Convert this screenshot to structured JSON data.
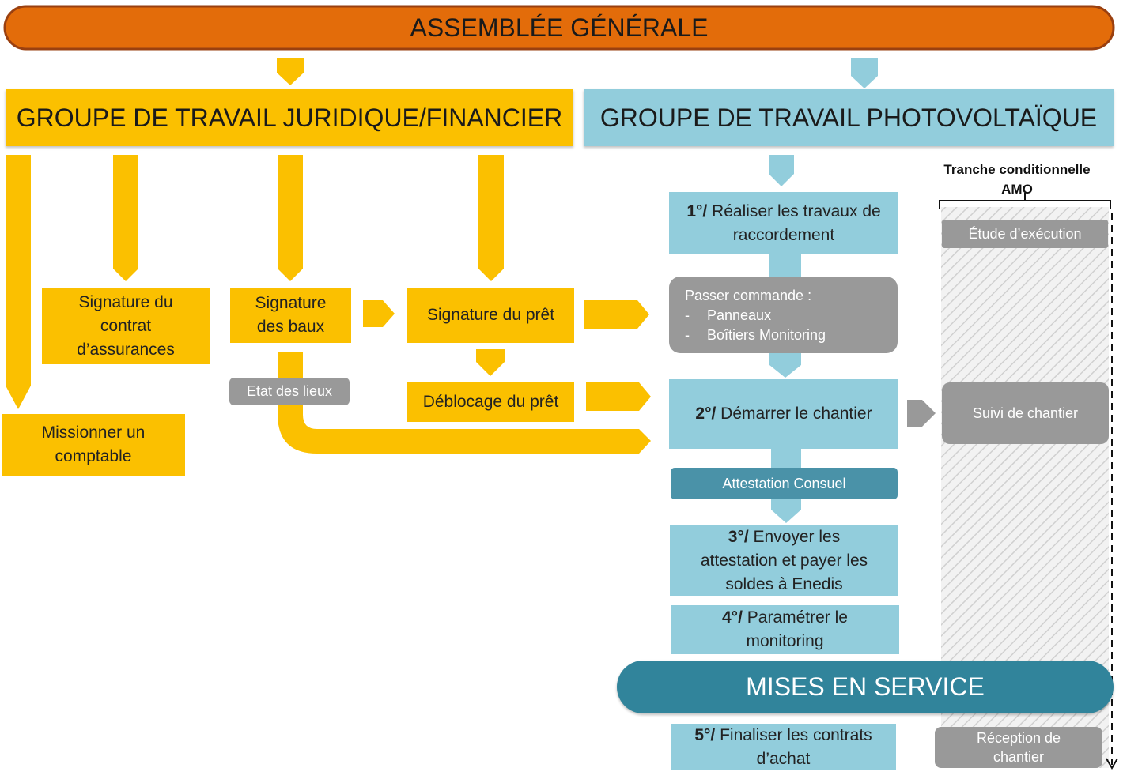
{
  "assembly": {
    "title": "ASSEMBLÉE GÉNÉRALE"
  },
  "groups": {
    "legal": {
      "title": "GROUPE DE TRAVAIL JURIDIQUE/FINANCIER"
    },
    "pv": {
      "title": "GROUPE DE TRAVAIL PHOTOVOLTAÏQUE"
    }
  },
  "legal_items": {
    "insurance": "Signature du contrat d’assurances",
    "leases": "Signature des baux",
    "loan": "Signature du prêt",
    "loan_release": "Déblocage du prêt",
    "accountant": "Missionner un comptable",
    "inventory": "Etat des lieux"
  },
  "pv_steps": {
    "s1": {
      "num": "1°/",
      "text": "Réaliser les travaux de raccordement"
    },
    "order": {
      "title": "Passer commande :",
      "items": [
        "Panneaux",
        "Boîtiers Monitoring"
      ]
    },
    "s2": {
      "num": "2°/",
      "text": "Démarrer le chantier"
    },
    "consuel": "Attestation Consuel",
    "s3": {
      "num": "3°/",
      "text": "Envoyer les attestation et payer les soldes à Enedis"
    },
    "s4": {
      "num": "4°/",
      "text": "Paramétrer le monitoring"
    },
    "service": "MISES EN SERVICE",
    "s5": {
      "num": "5°/",
      "text": "Finaliser les contrats d’achat"
    }
  },
  "amo": {
    "title": "Tranche conditionnelle AMO",
    "study": "Étude d’exécution",
    "follow": "Suivi de chantier",
    "reception": "Réception de chantier"
  },
  "colors": {
    "assembly_fill": "#e36c0a",
    "legal_yellow": "#fbc000",
    "pv_blue": "#92cddc",
    "consuel_teal": "#4a92a8",
    "service_teal": "#31849b",
    "grey": "#999999"
  }
}
